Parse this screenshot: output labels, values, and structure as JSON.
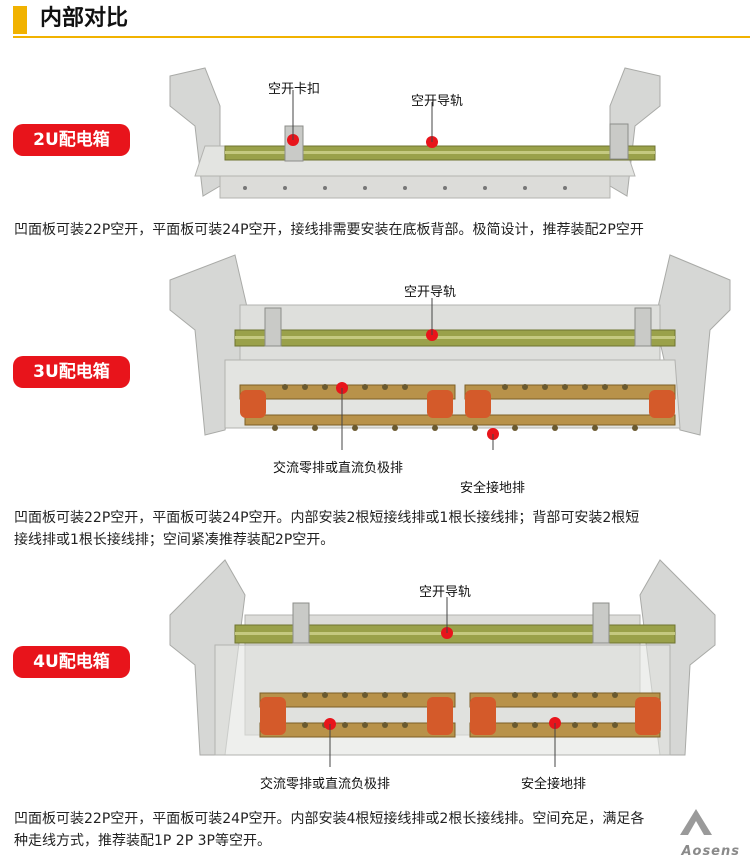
{
  "header": {
    "title": "内部对比"
  },
  "sections": [
    {
      "badge": "2U配电箱",
      "labels": {
        "clip": "空开卡扣",
        "rail": "空开导轨"
      },
      "desc": "凹面板可装22P空开，平面板可装24P空开，接线排需要安装在底板背部。极简设计，推荐装配2P空开"
    },
    {
      "badge": "3U配电箱",
      "labels": {
        "rail": "空开导轨",
        "neutral": "交流零排或直流负极排",
        "ground": "安全接地排"
      },
      "desc_lines": [
        "凹面板可装22P空开，平面板可装24P空开。内部安装2根短接线排或1根长接线排；背部可安装2根短",
        "接线排或1根长接线排；空间紧凑推荐装配2P空开。"
      ]
    },
    {
      "badge": "4U配电箱",
      "labels": {
        "rail": "空开导轨",
        "neutral": "交流零排或直流负极排",
        "ground": "安全接地排"
      },
      "desc_lines": [
        "凹面板可装22P空开，平面板可装24P空开。内部安装4根短接线排或2根长接线排。空间充足，满足各",
        "种走线方式，推荐装配1P 2P 3P等空开。"
      ]
    }
  ],
  "watermark": {
    "text": "Aosens"
  },
  "colors": {
    "accent": "#f1b200",
    "badge": "#e8141b",
    "dot": "#e8141b"
  }
}
